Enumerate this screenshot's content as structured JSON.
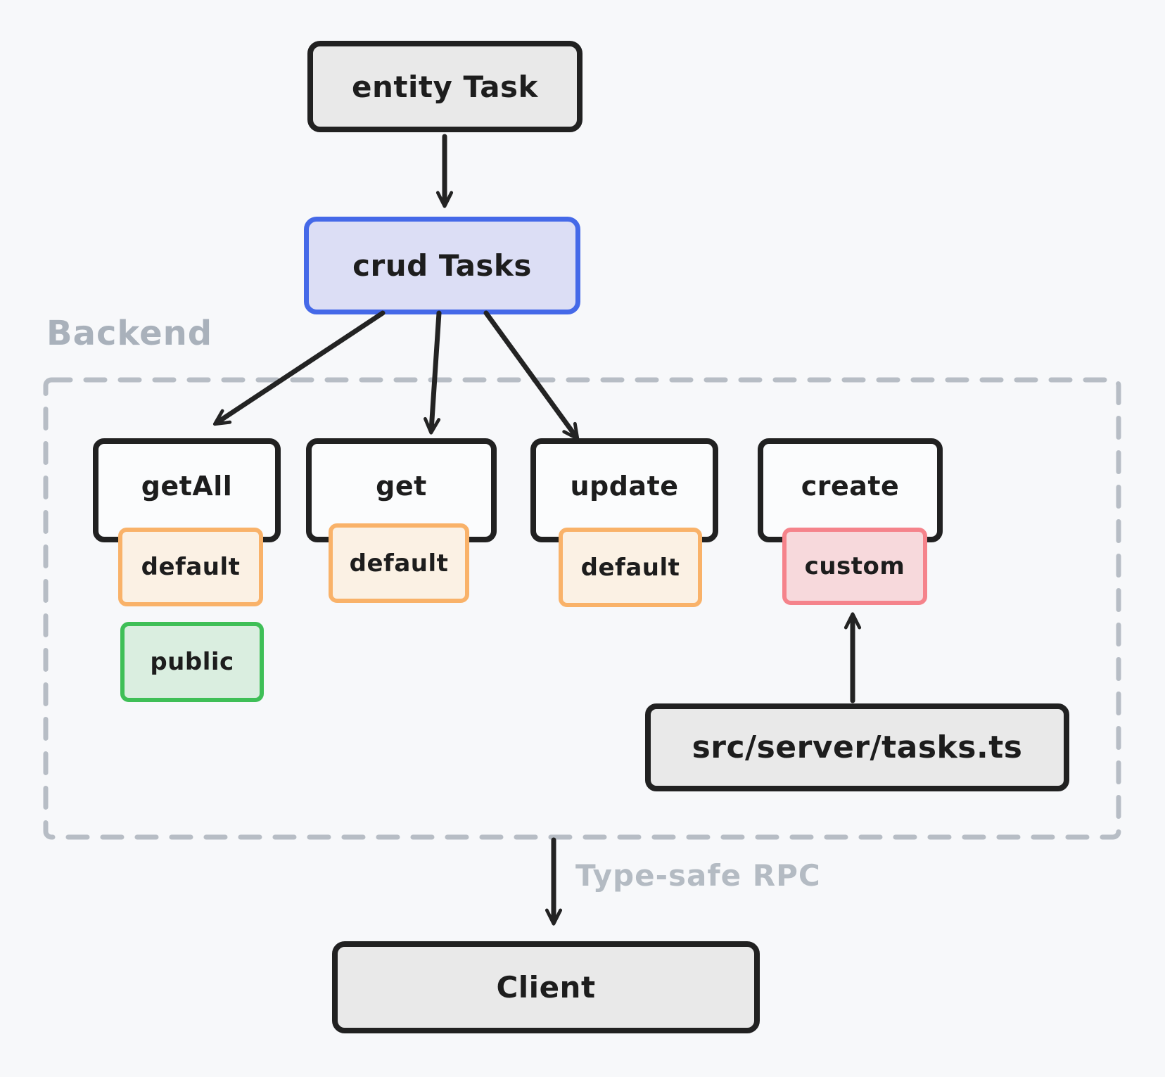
{
  "diagram_title": "entity Task CRUD backend diagram",
  "nodes": {
    "entity": {
      "label": "entity Task",
      "fill": "#e9e9e9",
      "border": "#212121"
    },
    "crud": {
      "label": "crud Tasks",
      "fill": "#dcdef5",
      "border": "#4569e8"
    },
    "getAll": {
      "label": "getAll",
      "fill": "#fbfcfd",
      "border": "#212121"
    },
    "get": {
      "label": "get",
      "fill": "#fbfcfd",
      "border": "#212121"
    },
    "update": {
      "label": "update",
      "fill": "#fbfcfd",
      "border": "#212121"
    },
    "create": {
      "label": "create",
      "fill": "#fbfcfd",
      "border": "#212121"
    },
    "default_getall": {
      "label": "default",
      "fill": "#fbf1e4",
      "border": "#f9b269"
    },
    "default_get": {
      "label": "default",
      "fill": "#fbf1e4",
      "border": "#f9b269"
    },
    "default_update": {
      "label": "default",
      "fill": "#fbf1e4",
      "border": "#f9b269"
    },
    "custom_create": {
      "label": "custom",
      "fill": "#f7d9dc",
      "border": "#f5838b"
    },
    "public_getall": {
      "label": "public",
      "fill": "#daeee0",
      "border": "#3fbf57"
    },
    "tasks_file": {
      "label": "src/server/tasks.ts",
      "fill": "#e9e9e9",
      "border": "#212121"
    },
    "client": {
      "label": "Client",
      "fill": "#e9e9e9",
      "border": "#212121"
    }
  },
  "labels": {
    "backend_zone": "Backend",
    "rpc_edge": "Type-safe RPC"
  },
  "edges": [
    {
      "from": "entity",
      "to": "crud"
    },
    {
      "from": "crud",
      "to": "getAll"
    },
    {
      "from": "crud",
      "to": "get"
    },
    {
      "from": "crud",
      "to": "update"
    },
    {
      "from": "tasks_file",
      "to": "custom_create"
    },
    {
      "from": "backend_zone",
      "to": "client",
      "label": "Type-safe RPC"
    }
  ],
  "colors": {
    "page_bg": "#f7f8fa",
    "stroke_black": "#232323",
    "zone_dash_gray": "#b7bdc5",
    "zone_label_gray": "#a9b1bb",
    "accent_blue": "#4569e8",
    "accent_orange": "#f9b269",
    "accent_pink": "#f5838b",
    "accent_green": "#3fbf57"
  }
}
